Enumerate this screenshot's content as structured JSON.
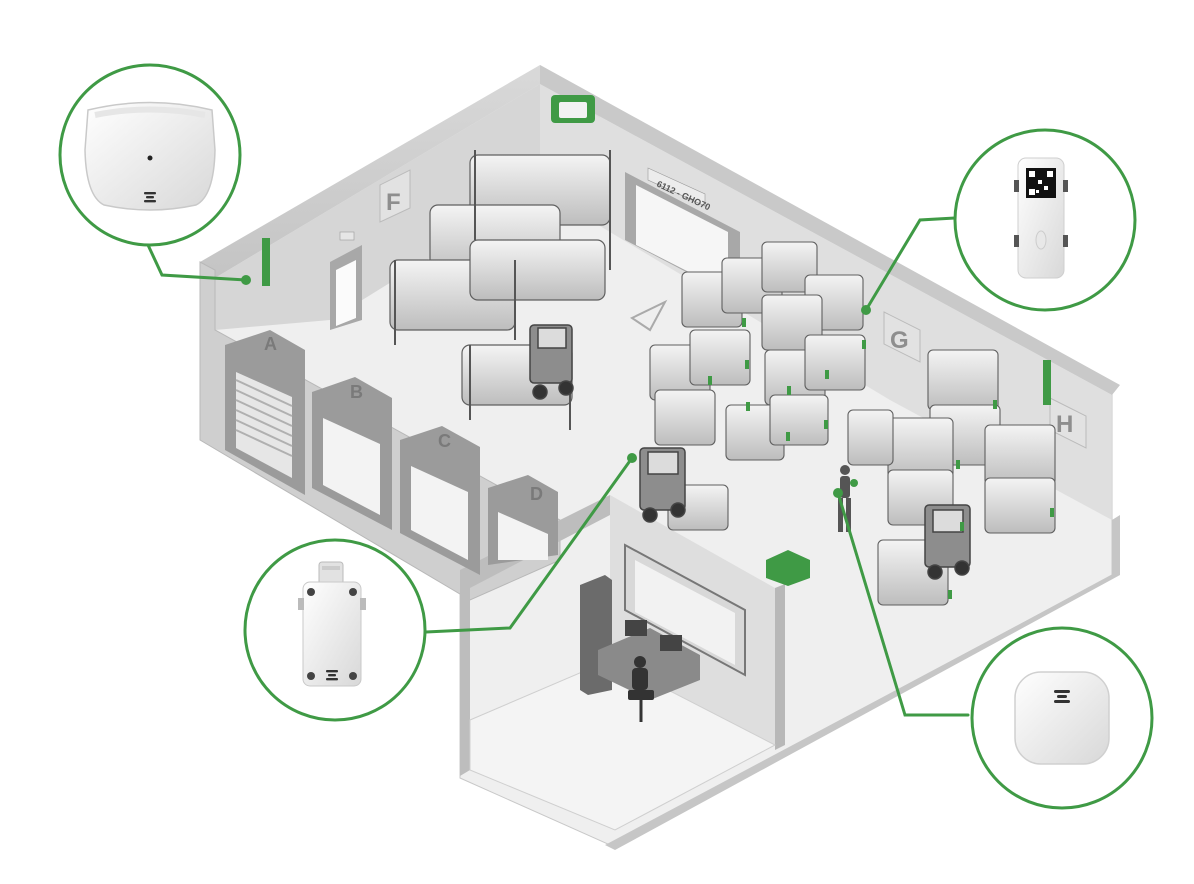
{
  "zones": {
    "f": "F",
    "g": "G",
    "h": "H"
  },
  "loading_doors": {
    "a": "A",
    "b": "B",
    "c": "C",
    "d": "D"
  },
  "door_plate": "6112 - GHO70",
  "colors": {
    "accent": "#3f9a45",
    "floor": "#efefef",
    "wall": "#d2d2d2",
    "wall_dark": "#b5b5b5"
  },
  "callouts": [
    {
      "id": "ceiling-gateway",
      "icon": "gateway-device-icon"
    },
    {
      "id": "qr-sensor",
      "icon": "qr-sensor-device-icon"
    },
    {
      "id": "enclosure-sensor",
      "icon": "enclosure-sensor-device-icon"
    },
    {
      "id": "compact-sensor",
      "icon": "compact-sensor-device-icon"
    }
  ]
}
